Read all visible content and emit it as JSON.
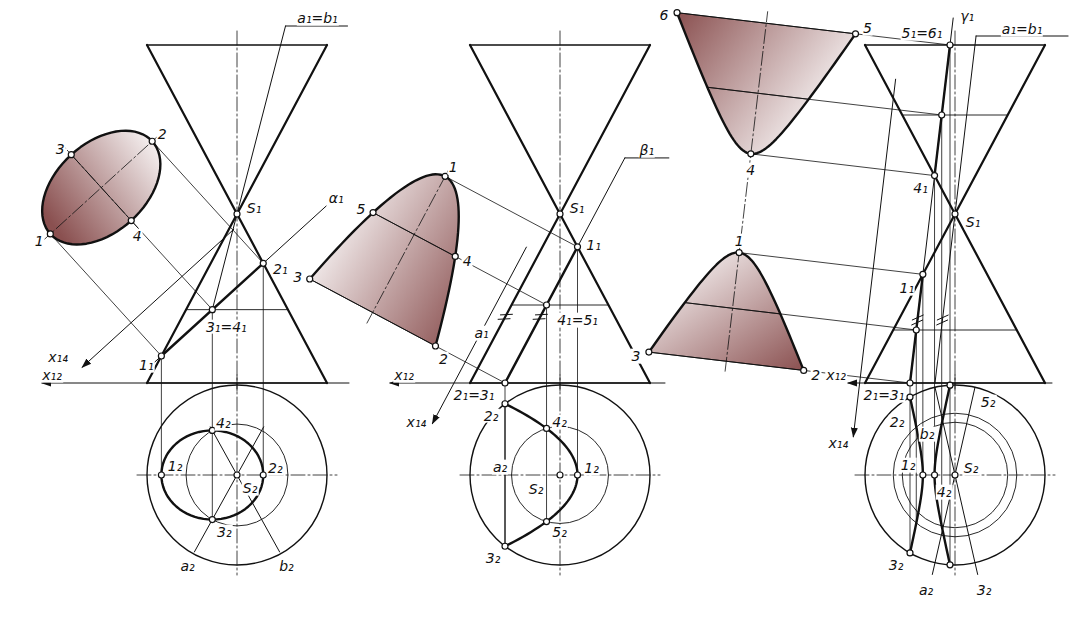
{
  "diagram": {
    "labels": [
      "a₁=b₁",
      "3",
      "2",
      "1",
      "4",
      "S₁",
      "α₁",
      "2₁",
      "x₁₄",
      "x₁₂",
      "1₁",
      "3₁=4₁",
      "4₂",
      "1₂",
      "S₂",
      "2₂",
      "3₂",
      "a₂",
      "b₂",
      "5",
      "1",
      "4",
      "3",
      "2",
      "β₁",
      "S₁",
      "1₁",
      "a₁",
      "4₁=5₁",
      "x₁₂",
      "x₁₄",
      "2₁=3₁",
      "2₂",
      "4₂",
      "a₂",
      "S₂",
      "1₂",
      "5₂",
      "3₂",
      "6",
      "5",
      "γ₁",
      "5₁=6₁",
      "a₁=b₁",
      "4",
      "4₁",
      "S₁",
      "1",
      "1₁",
      "3",
      "2",
      "x₁₂",
      "x₁₄",
      "2₁=3₁",
      "2₂",
      "b₂",
      "5₂",
      "1₂",
      "4₂",
      "S₂",
      "3₂",
      "a₂",
      "3₂"
    ]
  }
}
